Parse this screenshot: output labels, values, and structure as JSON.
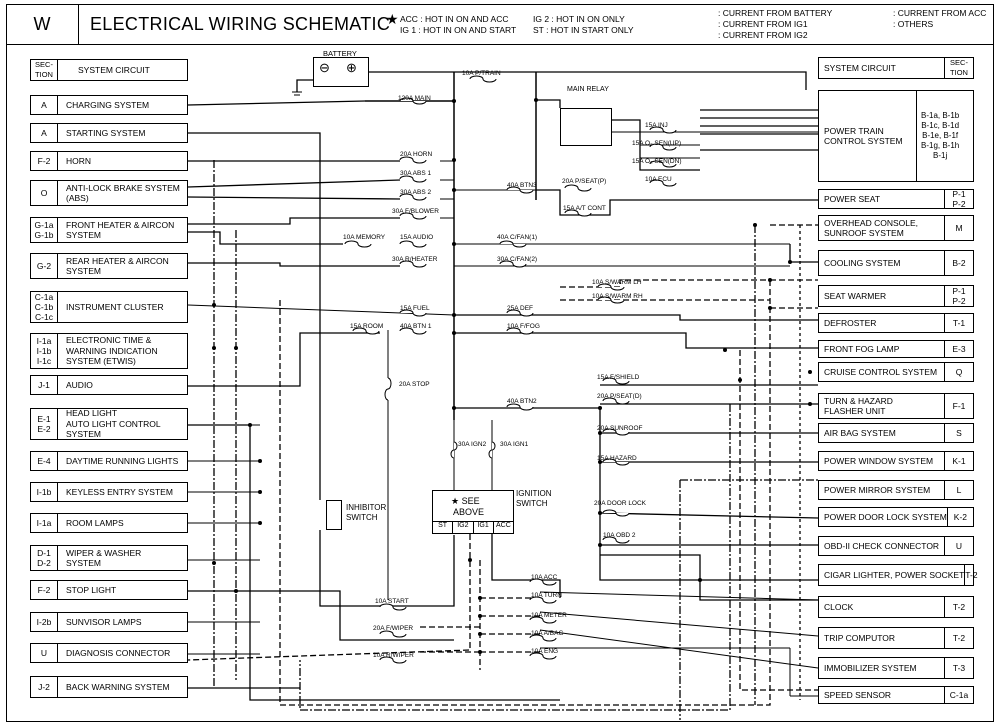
{
  "header": {
    "section_letter": "W",
    "title": "ELECTRICAL WIRING SCHEMATIC",
    "legend_star": "★",
    "legend_left": [
      "ACC : HOT IN ON AND ACC",
      "IG 1 : HOT IN ON AND START"
    ],
    "legend_mid": [
      "IG 2 : HOT IN ON ONLY",
      "ST   : HOT IN START ONLY"
    ],
    "legend_lines": [
      ": CURRENT FROM BATTERY",
      ": CURRENT FROM IG1",
      ": CURRENT FROM IG2"
    ],
    "legend_lines2": [
      ": CURRENT FROM ACC",
      ": OTHERS"
    ]
  },
  "left_header": {
    "section": "SEC-\nTION",
    "label": "SYSTEM CIRCUIT"
  },
  "right_header": {
    "section": "SEC-\nTION",
    "label": "SYSTEM CIRCUIT"
  },
  "left_systems": [
    {
      "code": "A",
      "name": "CHARGING SYSTEM"
    },
    {
      "code": "A",
      "name": "STARTING SYSTEM"
    },
    {
      "code": "F-2",
      "name": "HORN"
    },
    {
      "code": "O",
      "name": "ANTI-LOCK BRAKE SYSTEM\n(ABS)"
    },
    {
      "code": "G-1a\nG-1b",
      "name": "FRONT HEATER & AIRCON\nSYSTEM"
    },
    {
      "code": "G-2",
      "name": "REAR HEATER & AIRCON\nSYSTEM"
    },
    {
      "code": "C-1a\nC-1b\nC-1c",
      "name": "INSTRUMENT CLUSTER"
    },
    {
      "code": "I-1a\nI-1b\nI-1c",
      "name": "ELECTRONIC TIME &\nWARNING INDICATION\nSYSTEM (ETWIS)"
    },
    {
      "code": "J-1",
      "name": "AUDIO"
    },
    {
      "code": "E-1\nE-2",
      "name": "HEAD LIGHT\nAUTO LIGHT CONTROL\nSYSTEM"
    },
    {
      "code": "E-4",
      "name": "DAYTIME RUNNING LIGHTS"
    },
    {
      "code": "I-1b",
      "name": "KEYLESS ENTRY SYSTEM"
    },
    {
      "code": "I-1a",
      "name": "ROOM LAMPS"
    },
    {
      "code": "D-1\nD-2",
      "name": "WIPER & WASHER\nSYSTEM"
    },
    {
      "code": "F-2",
      "name": "STOP LIGHT"
    },
    {
      "code": "I-2b",
      "name": "SUNVISOR LAMPS"
    },
    {
      "code": "U",
      "name": "DIAGNOSIS CONNECTOR"
    },
    {
      "code": "J-2",
      "name": "BACK WARNING SYSTEM"
    }
  ],
  "right_systems": [
    {
      "code": "B-1a, B-1b\nB-1c, B-1d\nB-1e, B-1f\nB-1g, B-1h\nB-1j",
      "name": "POWER TRAIN\nCONTROL SYSTEM"
    },
    {
      "code": "P-1\nP-2",
      "name": "POWER SEAT"
    },
    {
      "code": "M",
      "name": "OVERHEAD CONSOLE,\nSUNROOF SYSTEM"
    },
    {
      "code": "B-2",
      "name": "COOLING SYSTEM"
    },
    {
      "code": "P-1\nP-2",
      "name": "SEAT WARMER"
    },
    {
      "code": "T-1",
      "name": "DEFROSTER"
    },
    {
      "code": "E-3",
      "name": "FRONT FOG LAMP"
    },
    {
      "code": "Q",
      "name": "CRUISE CONTROL SYSTEM"
    },
    {
      "code": "F-1",
      "name": "TURN & HAZARD\nFLASHER UNIT"
    },
    {
      "code": "S",
      "name": "AIR BAG SYSTEM"
    },
    {
      "code": "K-1",
      "name": "POWER WINDOW SYSTEM"
    },
    {
      "code": "L",
      "name": "POWER MIRROR SYSTEM"
    },
    {
      "code": "K-2",
      "name": "POWER DOOR LOCK SYSTEM"
    },
    {
      "code": "U",
      "name": "OBD-II CHECK CONNECTOR"
    },
    {
      "code": "T-2",
      "name": "CIGAR LIGHTER, POWER SOCKET"
    },
    {
      "code": "T-2",
      "name": "CLOCK"
    },
    {
      "code": "T-2",
      "name": "TRIP COMPUTOR"
    },
    {
      "code": "T-3",
      "name": "IMMOBILIZER SYSTEM"
    },
    {
      "code": "C-1a",
      "name": "SPEED SENSOR"
    }
  ],
  "components": {
    "battery": "BATTERY",
    "battery_minus": "⊖",
    "battery_plus": "⊕",
    "main_relay": "MAIN RELAY",
    "inhibitor_switch": "INHIBITOR\nSWITCH",
    "ignition_switch": "IGNITION\nSWITCH",
    "see_above": "★ SEE\n ABOVE",
    "ign_terminals": [
      "ST",
      "IG2",
      "IG1",
      "ACC"
    ]
  },
  "fuses": [
    "10A P/TRAIN",
    "120A MAIN",
    "15A INJ",
    "15A O₂ SEN(UP)",
    "15A O₂ SEN(DN)",
    "10A ECU",
    "20A HORN",
    "30A ABS 1",
    "30A ABS 2",
    "30A F/BLOWER",
    "40A BTN3",
    "20A P/SEAT(P)",
    "15A A/T CONT",
    "10A MEMORY",
    "15A AUDIO",
    "40A C/FAN(1)",
    "30A R/HEATER",
    "30A C/FAN(2)",
    "10A S/WARM LH",
    "10A S/WARM RH",
    "15A FUEL",
    "25A DEF",
    "15A ROOM",
    "40A BTN 1",
    "10A F/FOG",
    "20A STOP",
    "40A BTN2",
    "30A IGN2",
    "30A IGN1",
    "15A F/SHIELD",
    "20A P/SEAT(D)",
    "20A SUNROOF",
    "15A HAZARD",
    "20A DOOR LOCK",
    "10A OBD 2",
    "10A ACC",
    "10A TURN",
    "10A METER",
    "10A A/BAG",
    "10A ENG",
    "10A START",
    "20A F/WIPER",
    "10A R/WIPER"
  ]
}
